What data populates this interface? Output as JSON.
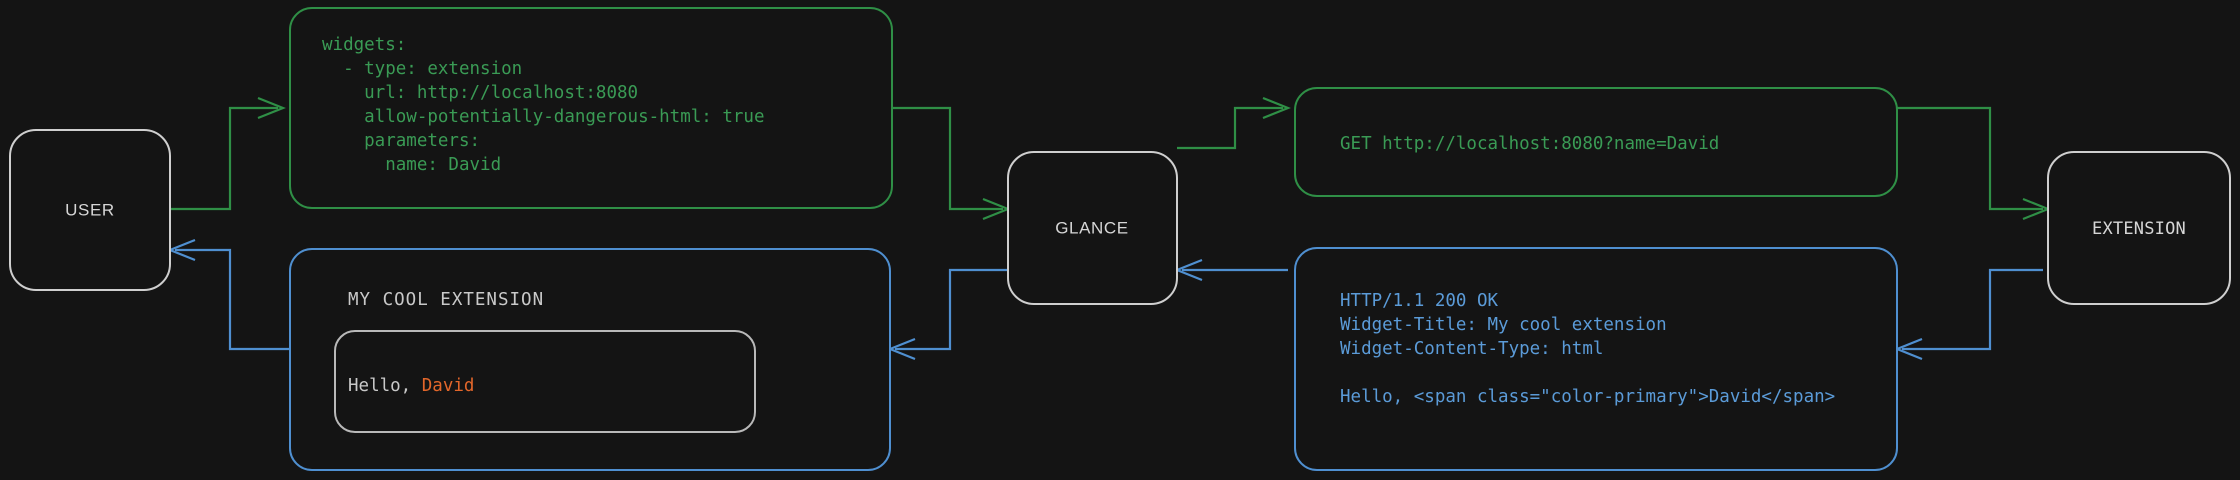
{
  "theme": {
    "background": "#141414",
    "node_border": "#cfcfcf",
    "node_text": "#d6d6d6",
    "request_color": "#2f8f46",
    "request_text_color": "#3a9b55",
    "response_color": "#4f8fd0",
    "response_text_color": "#5b9bd8",
    "accent_orange": "#e2662a",
    "inner_box_border": "#b9b9b9"
  },
  "nodes": {
    "user": {
      "label": "USER"
    },
    "glance": {
      "label": "GLANCE"
    },
    "extension": {
      "label": "EXTENSION"
    }
  },
  "boxes": {
    "config": {
      "name": "yaml-config",
      "lines": [
        "widgets:",
        "  - type: extension",
        "    url: http://localhost:8080",
        "    allow-potentially-dangerous-html: true",
        "    parameters:",
        "      name: David"
      ]
    },
    "http_request": {
      "name": "http-request",
      "lines": [
        "GET http://localhost:8080?name=David"
      ]
    },
    "http_response": {
      "name": "http-response",
      "lines": [
        "HTTP/1.1 200 OK",
        "Widget-Title: My cool extension",
        "Widget-Content-Type: html",
        "",
        "Hello, <span class=\"color-primary\">David</span>"
      ]
    },
    "widget_preview": {
      "name": "widget-preview",
      "title": "MY COOL EXTENSION",
      "body_prefix": "Hello, ",
      "body_accent": "David"
    }
  },
  "edges": [
    {
      "name": "user-to-config",
      "kind": "request"
    },
    {
      "name": "config-to-glance",
      "kind": "request"
    },
    {
      "name": "glance-to-request",
      "kind": "request"
    },
    {
      "name": "request-to-extension",
      "kind": "request"
    },
    {
      "name": "extension-to-response",
      "kind": "response"
    },
    {
      "name": "response-to-glance",
      "kind": "response"
    },
    {
      "name": "glance-to-widget",
      "kind": "response"
    },
    {
      "name": "widget-to-user",
      "kind": "response"
    }
  ]
}
